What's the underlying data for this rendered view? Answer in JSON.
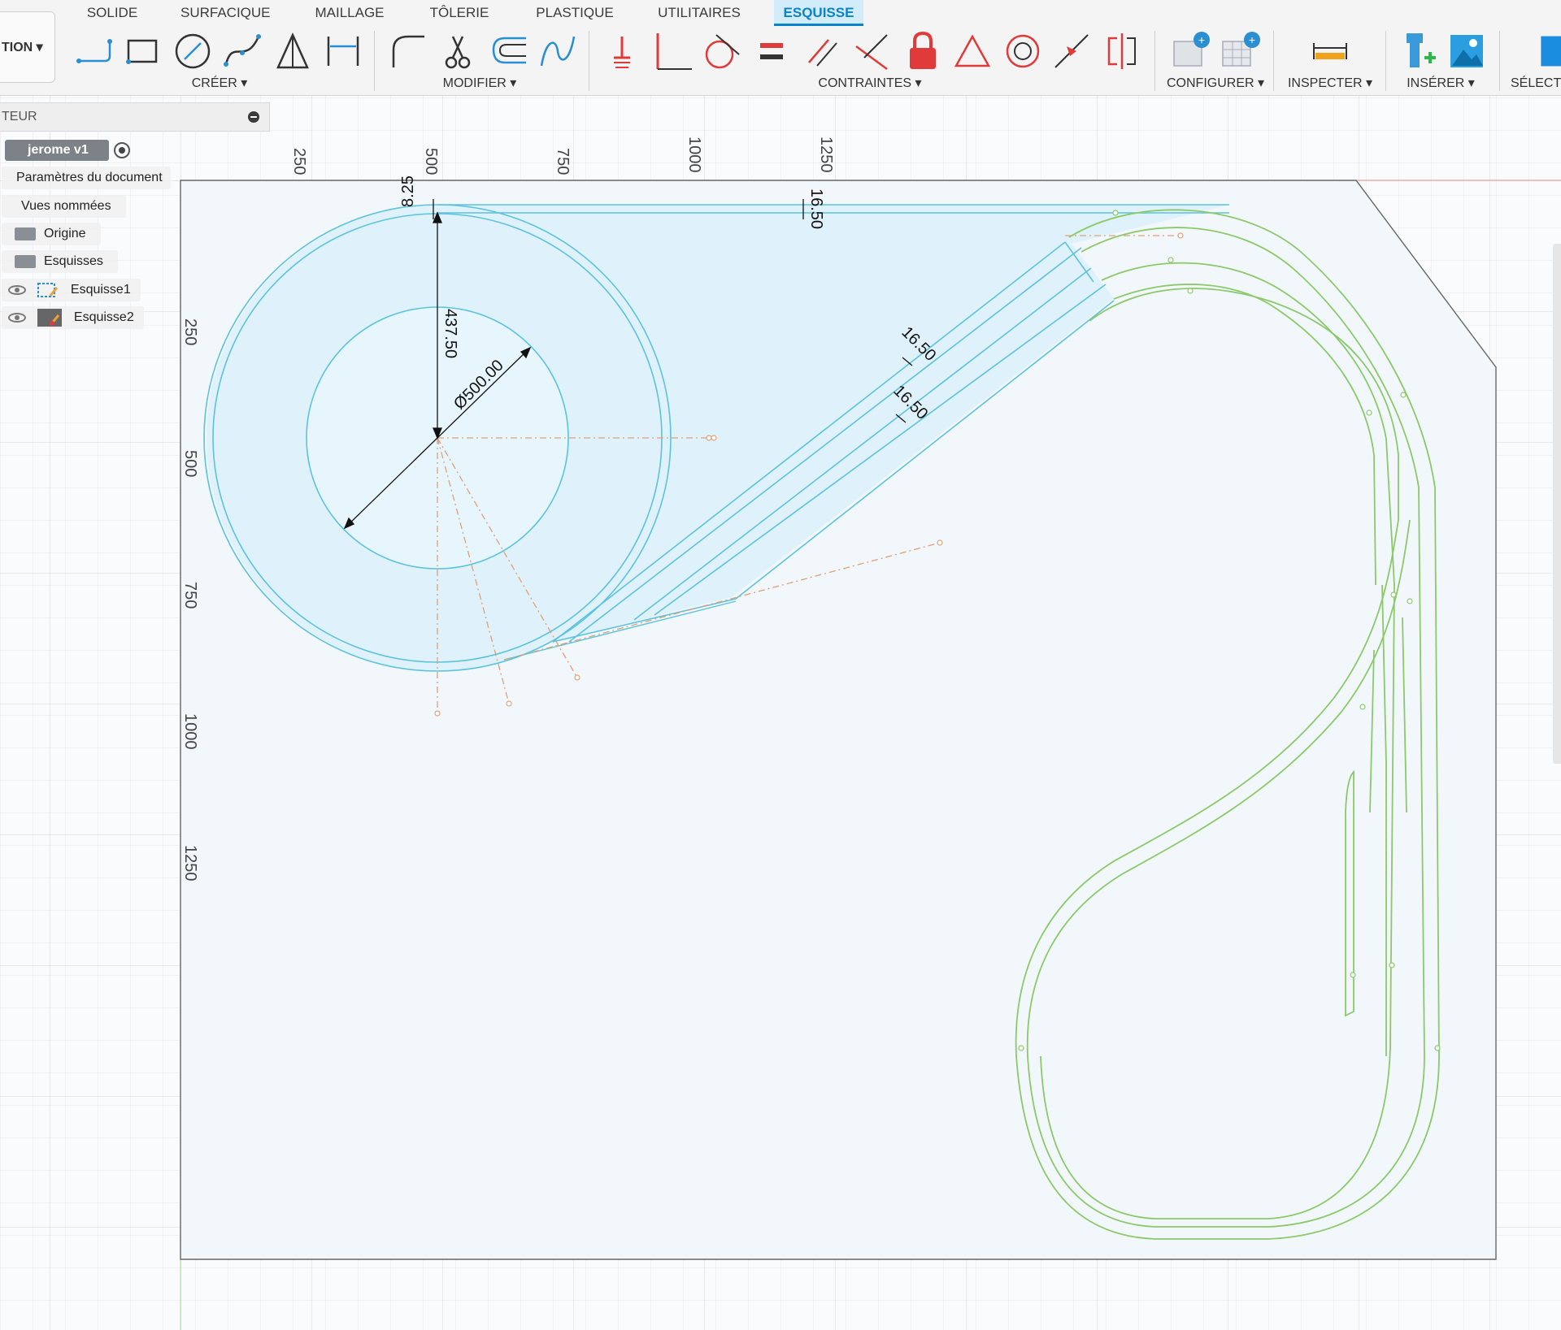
{
  "mode_menu": {
    "label": "TION ▾"
  },
  "tabs": [
    {
      "label": "SOLIDE"
    },
    {
      "label": "SURFACIQUE"
    },
    {
      "label": "MAILLAGE"
    },
    {
      "label": "TÔLERIE"
    },
    {
      "label": "PLASTIQUE"
    },
    {
      "label": "UTILITAIRES"
    },
    {
      "label": "ESQUISSE"
    }
  ],
  "groups": {
    "creer": "CRÉER ▾",
    "modifier": "MODIFIER ▾",
    "contraintes": "CONTRAINTES ▾",
    "configurer": "CONFIGURER ▾",
    "inspecter": "INSPECTER ▾",
    "inserer": "INSÉRER ▾",
    "selectionner": "SÉLECT"
  },
  "icons": {
    "creer": [
      "line-icon",
      "rectangle-icon",
      "circle-icon",
      "spline-icon",
      "triangle-icon",
      "dimension-icon"
    ],
    "modifier": [
      "fillet-icon",
      "trim-icon",
      "offset-icon",
      "curve-icon"
    ],
    "contraintes": [
      "fix-constraint-icon",
      "perpendicular-icon",
      "tangent-icon",
      "equal-icon",
      "parallel-icon",
      "perpendicular-x-icon",
      "lock-icon",
      "triangle-constraint-icon",
      "concentric-icon",
      "midpoint-icon",
      "symmetry-icon"
    ],
    "configurer": [
      "configure-table-icon",
      "configure-grid-icon"
    ],
    "inspecter": [
      "measure-icon"
    ],
    "inserer": [
      "insert-mcmaster-icon",
      "insert-image-icon"
    ]
  },
  "colors": {
    "accent": "#0b83c9",
    "sketch_blue": "#5cc3dc",
    "profile_fill": "#dff1fb",
    "green_trace": "#8cc96a",
    "construction_orange": "#e0a078",
    "constraint_red": "#e03a3a"
  },
  "browser": {
    "header": "TEUR",
    "root": "jerome v1",
    "items": [
      {
        "label": "Paramètres du document"
      },
      {
        "label": "Vues nommées"
      },
      {
        "label": "Origine"
      },
      {
        "label": "Esquisses"
      },
      {
        "label": "Esquisse1"
      },
      {
        "label": "Esquisse2"
      }
    ]
  },
  "ruler": {
    "top": [
      "250",
      "500",
      "750",
      "1000",
      "1250"
    ],
    "left": [
      "250",
      "500",
      "750",
      "1000",
      "1250"
    ]
  },
  "dimensions": {
    "top_gap": "8.25",
    "top_width": "16.50",
    "radius_line": "437.50",
    "diameter": "Ø500.00",
    "track1": "16.50",
    "track2": "16.50"
  }
}
